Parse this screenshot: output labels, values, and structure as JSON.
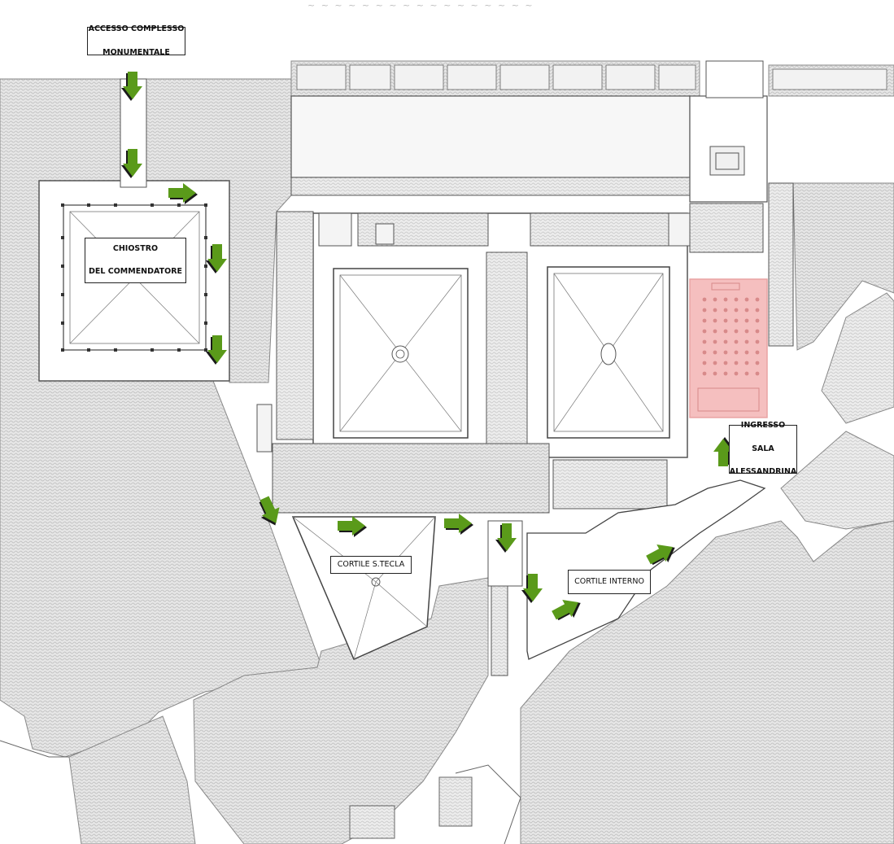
{
  "map": {
    "labels": {
      "accesso_line1": "ACCESSO COMPLESSO",
      "accesso_line2": "MONUMENTALE",
      "chiostro_line1": "CHIOSTRO",
      "chiostro_line2": "DEL COMMENDATORE",
      "ingresso_line1": "INGRESSO",
      "ingresso_line2": "SALA",
      "ingresso_line3": "ALESSANDRINA",
      "cortile_stecla": "CORTILE S.TECLA",
      "cortile_interno": "CORTILE INTERNO"
    },
    "colors": {
      "arrow_fill": "#5a9a1a",
      "arrow_shadow": "#1a1a1a",
      "hatch": "#cfcfcf",
      "highlight_room": "#f4b8b8",
      "walls": "#555555"
    },
    "icons": {
      "arrow": "green-direction-arrow",
      "courtyard_center": "fountain-icon"
    }
  }
}
